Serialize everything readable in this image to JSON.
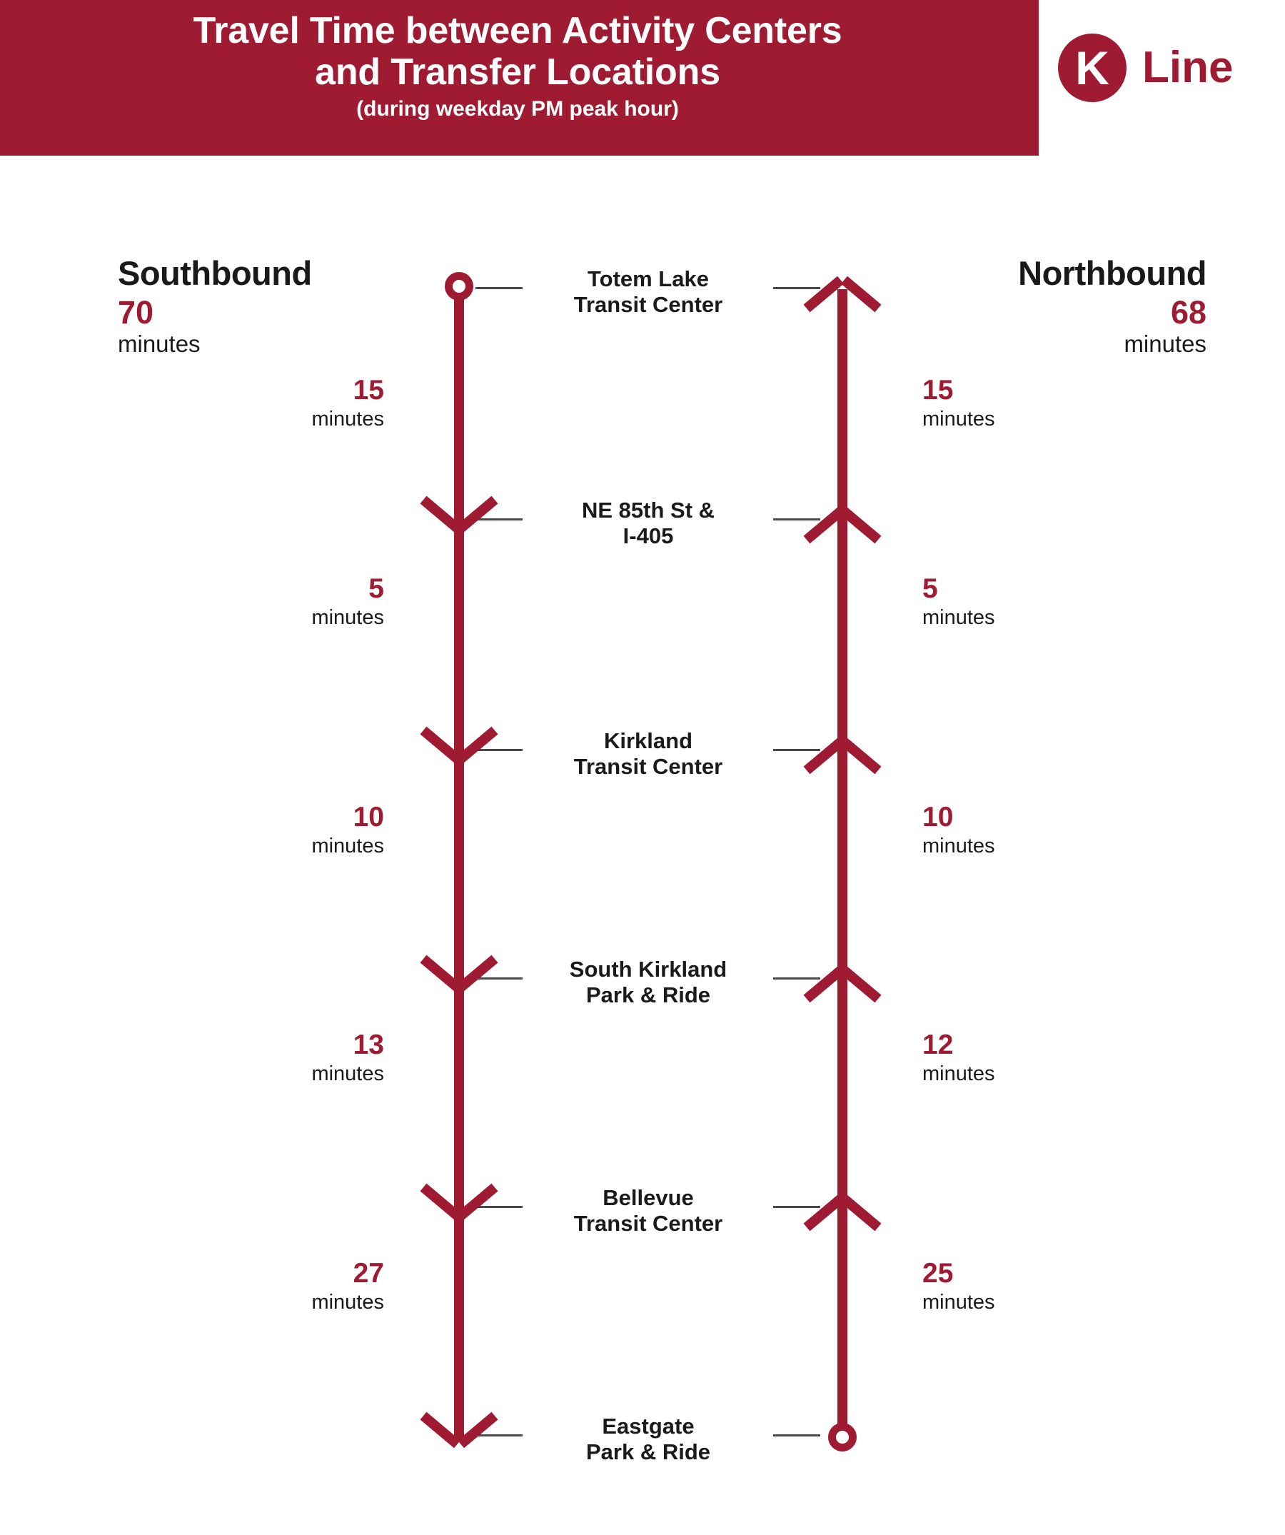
{
  "header": {
    "title": "Travel Time between Activity Centers\nand Transfer Locations",
    "subtitle": "(during weekday PM peak hour)",
    "bar_color": "#9E1B32",
    "title_color": "#ffffff"
  },
  "logo": {
    "mark": "K",
    "word": "Line",
    "color": "#9E1B32"
  },
  "directions": {
    "southbound": {
      "heading": "Southbound",
      "total_value": "70",
      "total_unit": "minutes",
      "start_marker": "circle",
      "end_marker": "arrow-down"
    },
    "northbound": {
      "heading": "Northbound",
      "total_value": "68",
      "total_unit": "minutes",
      "start_marker": "circle",
      "end_marker": "arrow-up"
    }
  },
  "stations": [
    {
      "name": "Totem Lake\nTransit Center"
    },
    {
      "name": "NE 85th St &\nI-405"
    },
    {
      "name": "Kirkland\nTransit Center"
    },
    {
      "name": "South Kirkland\nPark & Ride"
    },
    {
      "name": "Bellevue\nTransit Center"
    },
    {
      "name": "Eastgate\nPark & Ride"
    }
  ],
  "segments_southbound": [
    {
      "value": "15",
      "unit": "minutes"
    },
    {
      "value": "5",
      "unit": "minutes"
    },
    {
      "value": "10",
      "unit": "minutes"
    },
    {
      "value": "13",
      "unit": "minutes"
    },
    {
      "value": "27",
      "unit": "minutes"
    }
  ],
  "segments_northbound": [
    {
      "value": "15",
      "unit": "minutes"
    },
    {
      "value": "5",
      "unit": "minutes"
    },
    {
      "value": "10",
      "unit": "minutes"
    },
    {
      "value": "12",
      "unit": "minutes"
    },
    {
      "value": "25",
      "unit": "minutes"
    }
  ],
  "chart_data": {
    "type": "diagram",
    "title": "Travel Time between Activity Centers and Transfer Locations",
    "subtitle": "(during weekday PM peak hour)",
    "stops": [
      "Totem Lake Transit Center",
      "NE 85th St & I-405",
      "Kirkland Transit Center",
      "South Kirkland Park & Ride",
      "Bellevue Transit Center",
      "Eastgate Park & Ride"
    ],
    "series": [
      {
        "name": "Southbound",
        "unit": "minutes",
        "total": 70,
        "segment_values": [
          15,
          5,
          10,
          13,
          27
        ]
      },
      {
        "name": "Northbound",
        "unit": "minutes",
        "total": 68,
        "segment_values": [
          15,
          5,
          10,
          12,
          25
        ]
      }
    ],
    "accent_color": "#9E1B32"
  }
}
